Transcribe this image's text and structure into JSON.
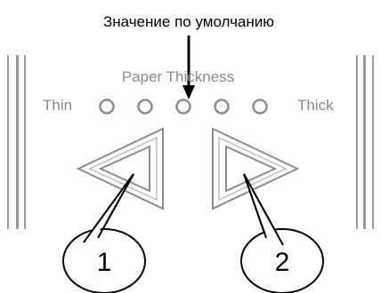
{
  "callout": {
    "text": "Значение по умолчанию"
  },
  "panel": {
    "title": "Paper Thickness",
    "label_left": "Thin",
    "label_right": "Thick",
    "indicator_count": 5,
    "default_index": 2
  },
  "buttons": {
    "left_number": "1",
    "right_number": "2"
  },
  "colors": {
    "ink": "#000000",
    "gray": "#8c8c8c",
    "light_gray": "#bdbdbd"
  }
}
